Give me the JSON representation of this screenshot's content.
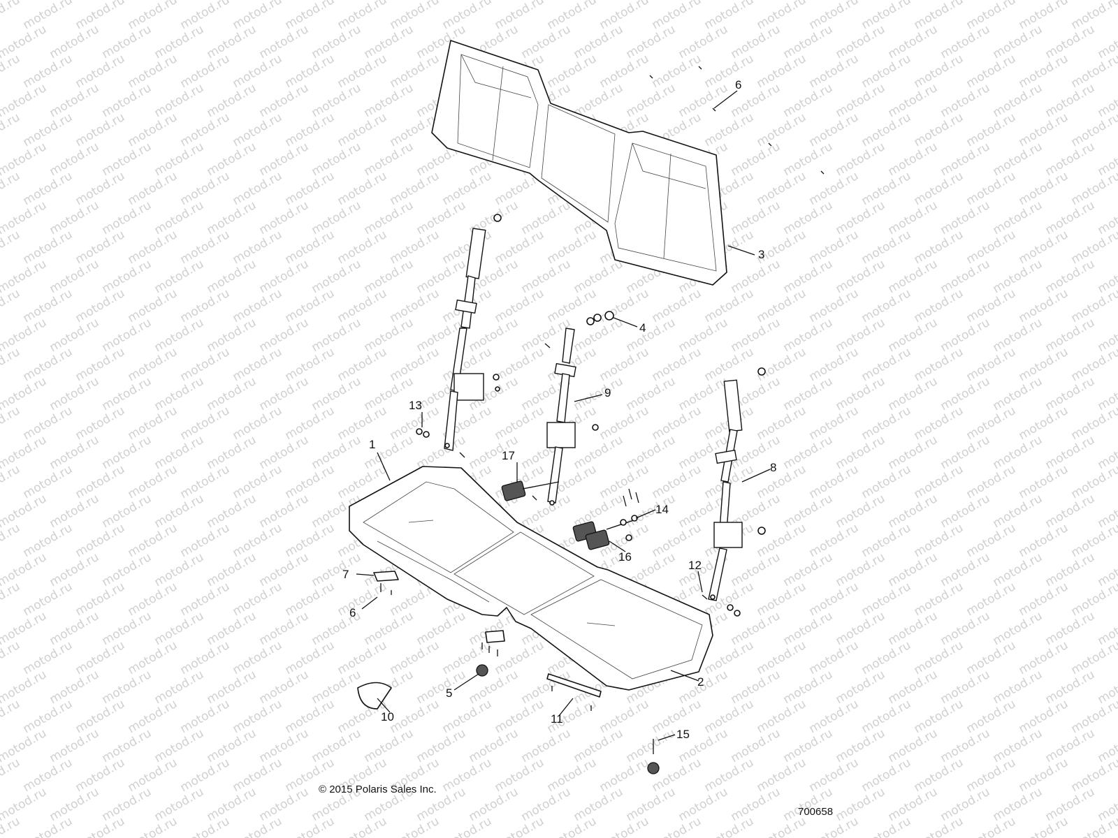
{
  "watermark": "motod.ru",
  "callouts": [
    {
      "num": "1"
    },
    {
      "num": "2"
    },
    {
      "num": "3"
    },
    {
      "num": "4"
    },
    {
      "num": "5"
    },
    {
      "num": "6"
    },
    {
      "num": "6"
    },
    {
      "num": "7"
    },
    {
      "num": "8"
    },
    {
      "num": "9"
    },
    {
      "num": "10"
    },
    {
      "num": "11"
    },
    {
      "num": "12"
    },
    {
      "num": "13"
    },
    {
      "num": "14"
    },
    {
      "num": "15"
    },
    {
      "num": "16"
    },
    {
      "num": "17"
    }
  ],
  "footer": {
    "copyright": "© 2015 Polaris Sales Inc.",
    "drawing_number": "700658"
  }
}
